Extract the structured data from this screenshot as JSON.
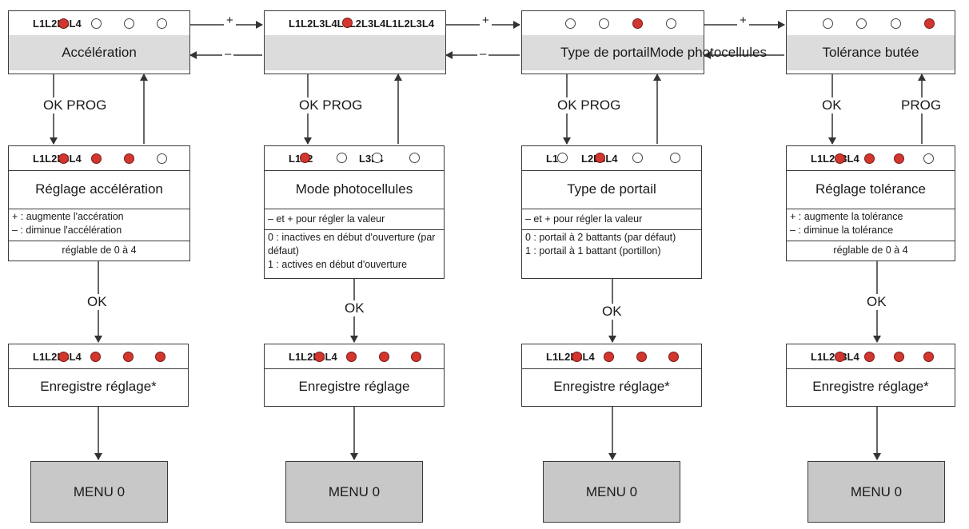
{
  "row1": {
    "col1": {
      "title": "Accélération",
      "leds_label": "L1L2L3L4",
      "leds": [
        true,
        false,
        false,
        false
      ]
    },
    "col2": {
      "title": "",
      "leds_label": "L1L2L3L4L1L2L3L4L1L2L3L4",
      "leds": [
        true
      ]
    },
    "col3": {
      "title": "Type de portailMode photocellules",
      "leds": [
        false,
        false,
        true,
        false
      ]
    },
    "col4": {
      "title": "Tolérance butée",
      "leds": [
        false,
        false,
        false,
        true
      ]
    }
  },
  "nav": {
    "plus": "+",
    "minus": "–"
  },
  "edges": {
    "ok_prog": "OK PROG",
    "ok": "OK",
    "prog": "PROG"
  },
  "row2": {
    "col1": {
      "title": "Réglage accélération",
      "leds_label": "L1L2L3L4",
      "leds": [
        true,
        true,
        true,
        false
      ],
      "desc1": "+ : augmente l'accération",
      "desc2": "– : diminue l'accélération",
      "range": "réglable de 0 à 4"
    },
    "col2": {
      "title": "Mode photocellules",
      "leds_label_a": "L1L2",
      "leds_label_b": "L3L4",
      "leds": [
        true,
        false,
        false,
        false
      ],
      "hint": "– et + pour régler la valeur",
      "opt0": "0 : inactives en début d'ouverture (par défaut)",
      "opt1": "1 : actives en début d'ouverture"
    },
    "col3": {
      "title": "Type de portail",
      "leds_label_a": "L1",
      "leds_label_b": "L2L3L4",
      "leds": [
        false,
        true,
        false,
        false
      ],
      "hint": "– et + pour régler la valeur",
      "opt0": "0 : portail à 2 battants (par défaut)",
      "opt1": "1 : portail à 1 battant (portillon)"
    },
    "col4": {
      "title": "Réglage tolérance",
      "leds_label": "L1L2L3L4",
      "leds": [
        true,
        true,
        true,
        false
      ],
      "desc1": "+ : augmente la tolérance",
      "desc2": "– : diminue la tolérance",
      "range": "réglable de 0 à 4"
    }
  },
  "row3": {
    "col1": {
      "title": "Enregistre réglage*",
      "leds_label": "L1L2L3L4",
      "leds": [
        true,
        true,
        true,
        true
      ]
    },
    "col2": {
      "title": "Enregistre réglage",
      "leds_label": "L1L2L3L4",
      "leds": [
        true,
        true,
        true,
        true
      ]
    },
    "col3": {
      "title": "Enregistre réglage*",
      "leds_label": "L1L2L3L4",
      "leds": [
        true,
        true,
        true,
        true
      ]
    },
    "col4": {
      "title": "Enregistre réglage*",
      "leds_label": "L1L2L3L4",
      "leds": [
        true,
        true,
        true,
        true
      ]
    }
  },
  "menu": {
    "label": "MENU 0"
  }
}
